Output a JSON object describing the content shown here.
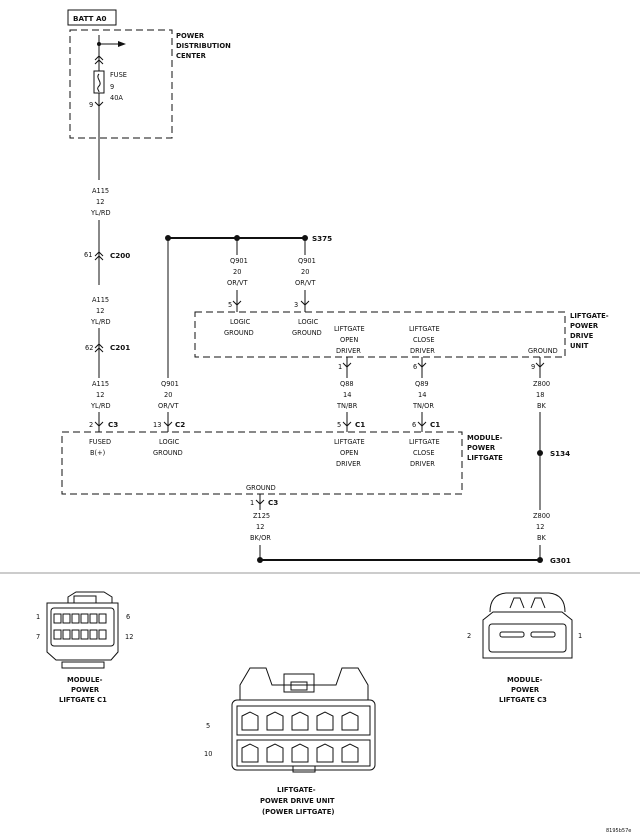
{
  "batt": "BATT A0",
  "pdc": {
    "line1": "POWER",
    "line2": "DISTRIBUTION",
    "line3": "CENTER",
    "fuse_label": "FUSE",
    "fuse_num": "9",
    "fuse_amps": "40A",
    "pin": "9"
  },
  "wires": {
    "a115_seg1": {
      "circuit": "A115",
      "gauge": "12",
      "color": "YL/RD"
    },
    "a115_seg2": {
      "circuit": "A115",
      "gauge": "12",
      "color": "YL/RD"
    },
    "a115_seg3": {
      "circuit": "A115",
      "gauge": "12",
      "color": "YL/RD"
    },
    "q901_left": {
      "circuit": "Q901",
      "gauge": "20",
      "color": "OR/VT"
    },
    "q901_mid": {
      "circuit": "Q901",
      "gauge": "20",
      "color": "OR/VT"
    },
    "q901_bottom": {
      "circuit": "Q901",
      "gauge": "20",
      "color": "OR/VT"
    },
    "q88": {
      "circuit": "Q88",
      "gauge": "14",
      "color": "TN/BR"
    },
    "q89": {
      "circuit": "Q89",
      "gauge": "14",
      "color": "TN/OR"
    },
    "z800_top": {
      "circuit": "Z800",
      "gauge": "18",
      "color": "BK"
    },
    "z800_bottom": {
      "circuit": "Z800",
      "gauge": "12",
      "color": "BK"
    },
    "z125": {
      "circuit": "Z125",
      "gauge": "12",
      "color": "BK/OR"
    }
  },
  "connectors": {
    "c200_pin": "61",
    "c200": "C200",
    "c201_pin": "62",
    "c201": "C201",
    "s375": "S375",
    "s134": "S134",
    "g301": "G301",
    "mod_c3_pin": "2",
    "mod_c3": "C3",
    "mod_c2_pin": "13",
    "mod_c2": "C2",
    "mod_c1a_pin": "5",
    "mod_c1a": "C1",
    "mod_c1b_pin": "6",
    "mod_c1b": "C1",
    "gnd_c3_pin": "1",
    "gnd_c3": "C3",
    "pdu_pin5": "5",
    "pdu_pin3": "3",
    "pdu_pin1": "1",
    "pdu_pin6": "6",
    "pdu_pin9": "9"
  },
  "pdu": {
    "title1": "LIFTGATE-",
    "title2": "POWER",
    "title3": "DRIVE",
    "title4": "UNIT",
    "logic1a": "LOGIC",
    "logic1b": "GROUND",
    "logic2a": "LOGIC",
    "logic2b": "GROUND",
    "open1": "LIFTGATE",
    "open2": "OPEN",
    "open3": "DRIVER",
    "close1": "LIFTGATE",
    "close2": "CLOSE",
    "close3": "DRIVER",
    "ground": "GROUND"
  },
  "module": {
    "title1": "MODULE-",
    "title2": "POWER",
    "title3": "LIFTGATE",
    "fused1": "FUSED",
    "fused2": "B(+)",
    "logic1": "LOGIC",
    "logic2": "GROUND",
    "open1": "LIFTGATE",
    "open2": "OPEN",
    "open3": "DRIVER",
    "close1": "LIFTGATE",
    "close2": "CLOSE",
    "close3": "DRIVER",
    "ground": "GROUND"
  },
  "views": {
    "c1": {
      "pin_tl": "1",
      "pin_tr": "6",
      "pin_bl": "7",
      "pin_br": "12",
      "cap1": "MODULE-",
      "cap2": "POWER",
      "cap3": "LIFTGATE C1"
    },
    "c3": {
      "pin_l": "2",
      "pin_r": "1",
      "cap1": "MODULE-",
      "cap2": "POWER",
      "cap3": "LIFTGATE C3"
    },
    "pdu": {
      "pin_top": "5",
      "pin_bottom": "10",
      "cap1": "LIFTGATE-",
      "cap2": "POWER DRIVE UNIT",
      "cap3": "(POWER LIFTGATE)"
    }
  },
  "code": "8195b57e"
}
